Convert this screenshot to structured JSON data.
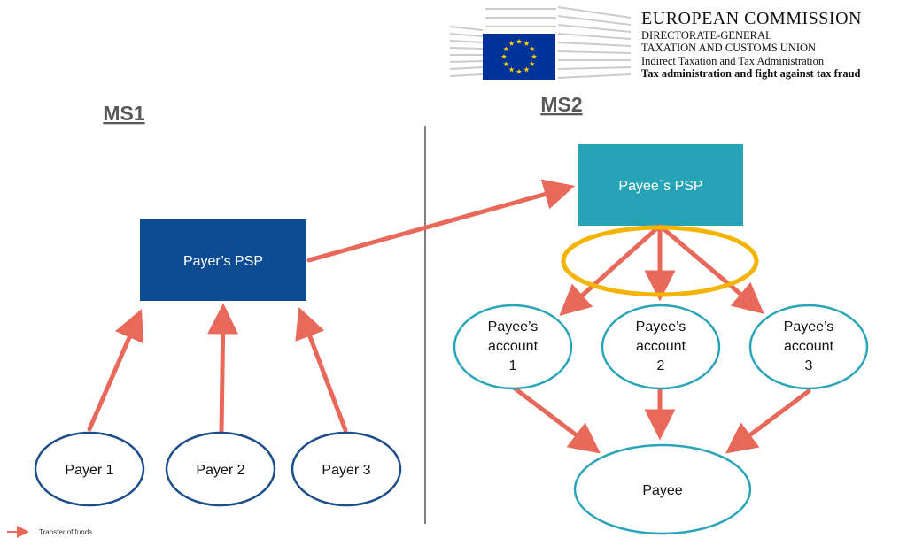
{
  "header": {
    "organization": "EUROPEAN COMMISSION",
    "line1": "DIRECTORATE-GENERAL",
    "line2": "TAXATION AND CUSTOMS UNION",
    "line3": "Indirect Taxation and Tax Administration",
    "line4": "Tax administration and fight against tax fraud"
  },
  "regions": {
    "left": "MS1",
    "right": "MS2"
  },
  "nodes": {
    "payer_psp": "Payer’s PSP",
    "payee_psp": "Payee`s PSP",
    "payer1": "Payer 1",
    "payer2": "Payer 2",
    "payer3": "Payer 3",
    "account1": [
      "Payee’s",
      "account",
      "1"
    ],
    "account2": [
      "Payee’s",
      "account",
      "2"
    ],
    "account3": [
      "Payee’s",
      "account",
      "3"
    ],
    "payee": "Payee"
  },
  "legend": {
    "transfer_label": "Transfer of funds"
  },
  "colors": {
    "payer_psp_fill": "#0e4c92",
    "payee_psp_fill": "#27a3b8",
    "arrow": "#e8685a",
    "highlight_ellipse": "#f4b400",
    "node_outline_left": "#1c4d8c",
    "node_outline_right": "#2aa5b8",
    "eu_flag_blue": "#003399",
    "eu_star_yellow": "#ffcc00"
  }
}
